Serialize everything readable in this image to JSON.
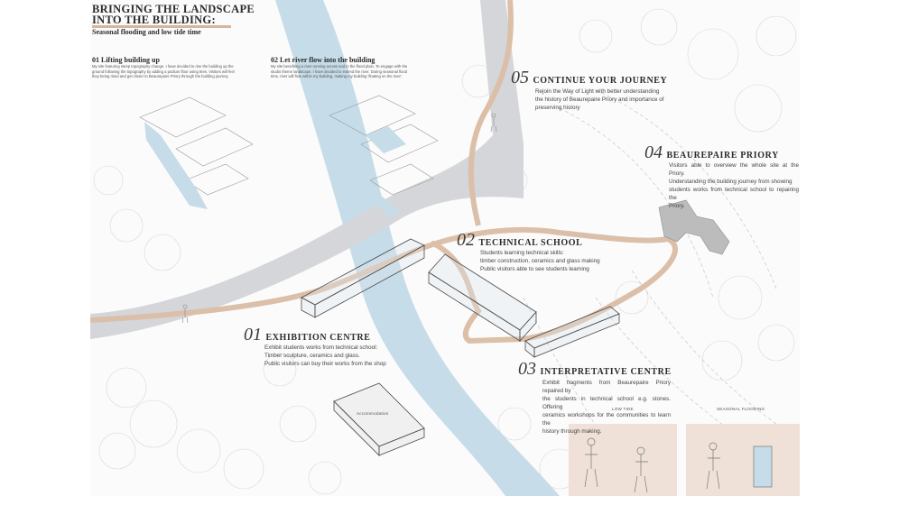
{
  "header": {
    "title": "BRINGING THE LANDSCAPE\nINTO THE BUILDING:",
    "subtitle": "Seasonal flooding and low tide time"
  },
  "stages": [
    {
      "heading": "01 Lifting building up",
      "text": "My site featuring steep topography change. I have decided to rise the building up the ground following the topography by adding a podium floor using tires. Visitors will feel they being rised and get closer to Beaurepaire Priory through the building journey."
    },
    {
      "heading": "02 Let river flow into the building",
      "text": "My site benefiting a river running across and in the flood plain. To engage with the studio theme landscape, I have decided to extend the river. During seasonal flood time, river will flow within my building, making my building 'floating on the river'."
    }
  ],
  "sections": [
    {
      "number": "01",
      "title": "EXHIBITION CENTRE",
      "lines": [
        "Exhibit students works from technical school:",
        "Timber sculpture, ceramics and glass.",
        "Public visitors can buy their works from the shop"
      ]
    },
    {
      "number": "02",
      "title": "TECHNICAL SCHOOL",
      "lines": [
        "Students learning technical skills:",
        "timber construction, ceramics and glass making",
        "Public visitors able to see students learning"
      ]
    },
    {
      "number": "03",
      "title": "INTERPRETATIVE CENTRE",
      "lines": [
        "Exhibit fragments from Beaurepaire Priory repaired by",
        "the students in technical school  e.g. stones.  Offering",
        "ceramics workshops for the communities to learn the",
        "history through making."
      ]
    },
    {
      "number": "04",
      "title": "BEAUREPAIRE PRIORY",
      "lines": [
        "Visitors able to overview the whole site at the Priory.",
        "Understanding the building journey from showing",
        "students works from technical school to repairing the",
        "Priory."
      ]
    },
    {
      "number": "05",
      "title": "CONTINUE YOUR JOURNEY",
      "lines": [
        "Rejoin the Way of Light with better understanding",
        "the history of Beaurepaire Priory and importance of",
        "preserving history"
      ]
    }
  ],
  "labels": {
    "accommodation": "Accommodation",
    "low_tide": "LOW TIDE",
    "seasonal_flooding": "SEASONAL FLOODING"
  },
  "colors": {
    "river": "#c6dce8",
    "road": "#d4d6d9",
    "path": "#dcbfa8",
    "ink": "#3a3a3a"
  }
}
